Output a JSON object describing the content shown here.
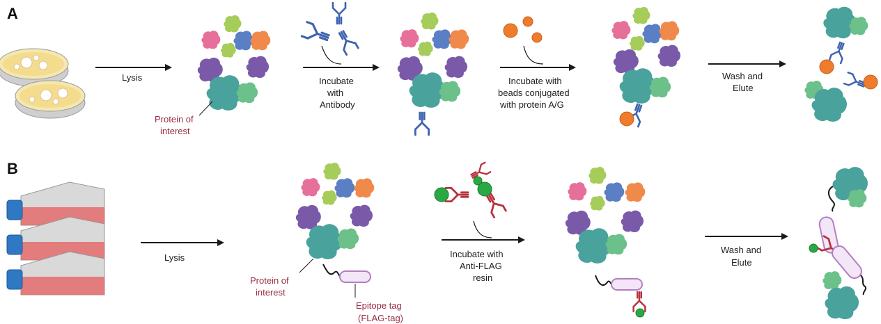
{
  "panels": {
    "a": {
      "letter": "A",
      "step1": "Lysis",
      "step2": [
        "Incubate",
        "with",
        "Antibody"
      ],
      "step3": [
        "Incubate with",
        "beads conjugated",
        "with protein A/G"
      ],
      "step4": [
        "Wash and",
        "Elute"
      ],
      "poi": [
        "Protein of",
        "interest"
      ]
    },
    "b": {
      "letter": "B",
      "step1": "Lysis",
      "step2": [
        "Incubate with",
        "Anti-FLAG",
        "resin"
      ],
      "step3": [
        "Wash and",
        "Elute"
      ],
      "poi": [
        "Protein of",
        "interest"
      ],
      "tag": [
        "Epitope tag",
        "(FLAG-tag)"
      ]
    }
  },
  "colors": {
    "teal": "#4aa29c",
    "purple": "#7a5aa8",
    "blue": "#5b7fc4",
    "lime": "#a6cc5a",
    "orange": "#ef8a4a",
    "pink": "#e6709a",
    "antibody_blue": "#3d63b0",
    "antibody_red": "#b8323c",
    "bead_orange": "#ef7b2c",
    "bead_green": "#2aa845",
    "tag_purple": "#b37ec2",
    "label_red": "#9b2c45"
  }
}
